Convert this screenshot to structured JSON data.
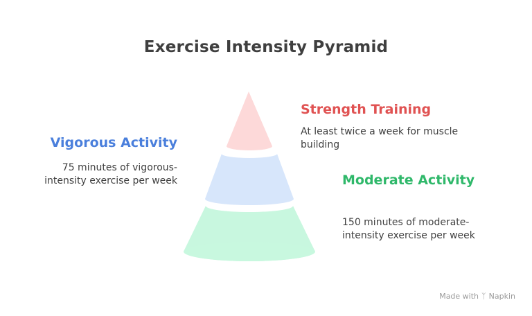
{
  "title": "Exercise Intensity Pyramid",
  "levels": [
    {
      "heading": "Strength Training",
      "description": "At least twice a week for muscle building",
      "color": "#e05252",
      "fill": "#fdd9d9"
    },
    {
      "heading": "Vigorous Activity",
      "description": "75 minutes of vigorous-intensity exercise per week",
      "color": "#4a7fdc",
      "fill": "#d7e6fb"
    },
    {
      "heading": "Moderate Activity",
      "description": "150 minutes of moderate-intensity exercise per week",
      "color": "#2fb86a",
      "fill": "#c8f7df"
    }
  ],
  "footer": {
    "made_with": "Made with",
    "brand": "Napkin",
    "brand_icon": "napkin-logo-icon"
  }
}
